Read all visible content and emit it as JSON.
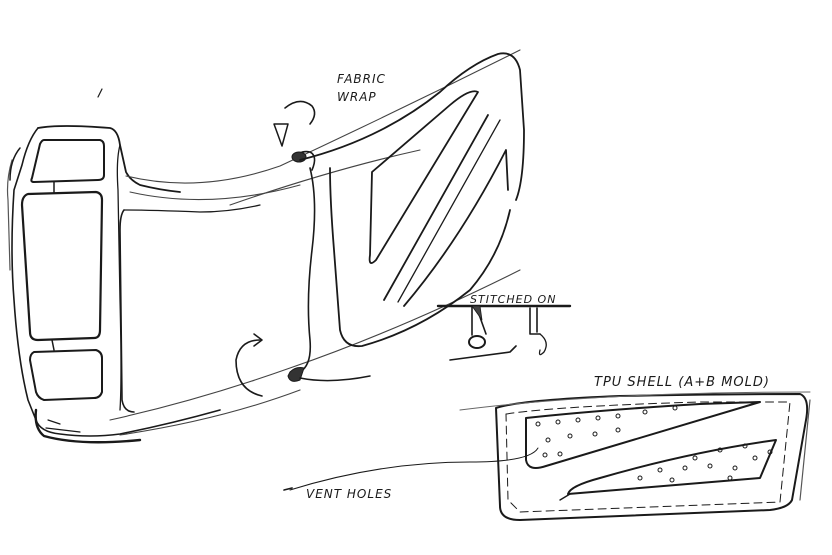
{
  "diagram": {
    "type": "hand-drawn product design sketch",
    "subject": "padded strap / chin-guard style part with fabric wrap and molded shell",
    "stroke_color": "#1a1a1a",
    "background": "#ffffff",
    "annotations": {
      "fabric_wrap_line1": "FABRIC",
      "fabric_wrap_line2": "WRAP",
      "stitched_on": "STITCHED ON",
      "tpu_shell": "TPU SHELL (A+B MOLD)",
      "vent_holes": "VENT HOLES"
    },
    "parts": [
      {
        "name": "front-frame",
        "description": "rounded rectangular frame with three window openings"
      },
      {
        "name": "fabric-wrap-panel",
        "description": "curved panel with fabric wrapped around edges, with rotation arrows"
      },
      {
        "name": "stitch-detail",
        "description": "small cross-section showing stitched attachment"
      },
      {
        "name": "tpu-shell",
        "description": "molded shell with two perforated vent-hole regions and dashed stitch line"
      }
    ]
  }
}
